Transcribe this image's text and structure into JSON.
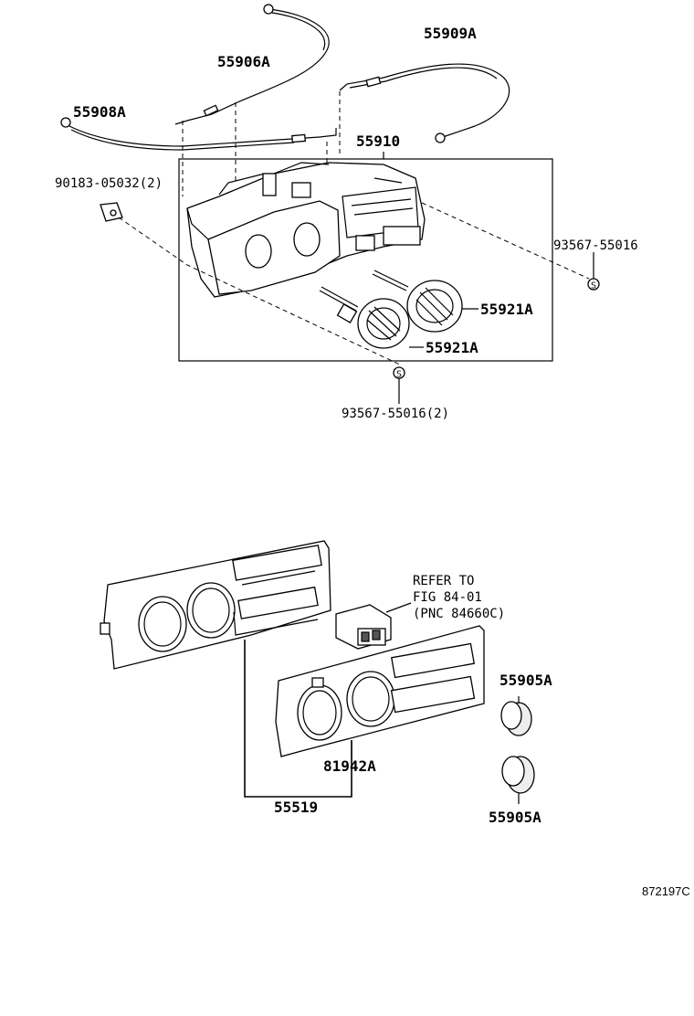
{
  "labels": {
    "cable_55906": "55906A",
    "cable_55909": "55909A",
    "cable_55908": "55908A",
    "control_55910": "55910",
    "bolt_90183": "90183-05032(2)",
    "screw_93567_right": "93567-55016",
    "knob_55921_top": "55921A",
    "knob_55921_bottom": "55921A",
    "screw_93567_bottom": "93567-55016(2)",
    "refer_line1": "REFER TO",
    "refer_line2": "FIG 84-01",
    "refer_line3": "(PNC 84660C)",
    "knob_55905_top": "55905A",
    "panel_81942": "81942A",
    "panel_55519": "55519",
    "figure_id": "872197C"
  },
  "screw_symbol": "S"
}
